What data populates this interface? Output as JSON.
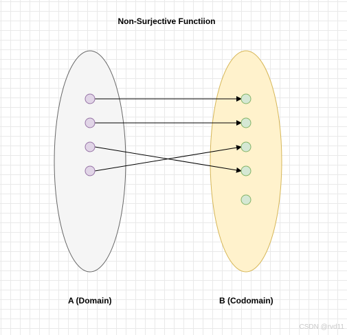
{
  "title": "Non-Surjective Functiion",
  "domain_set": {
    "label": "A (Domain)",
    "fill": "#f5f5f5",
    "stroke": "#666666",
    "element_count": 4,
    "element_fill": "#e1d5e7",
    "element_stroke": "#9673a6"
  },
  "codomain_set": {
    "label": "B (Codomain)",
    "fill": "#fff2cc",
    "stroke": "#d6b656",
    "element_count": 5,
    "element_fill": "#d5e8d4",
    "element_stroke": "#82b366"
  },
  "mapping": [
    {
      "from": 1,
      "to": 1
    },
    {
      "from": 2,
      "to": 2
    },
    {
      "from": 3,
      "to": 4
    },
    {
      "from": 4,
      "to": 3
    }
  ],
  "watermark": "CSDN @rvd11"
}
